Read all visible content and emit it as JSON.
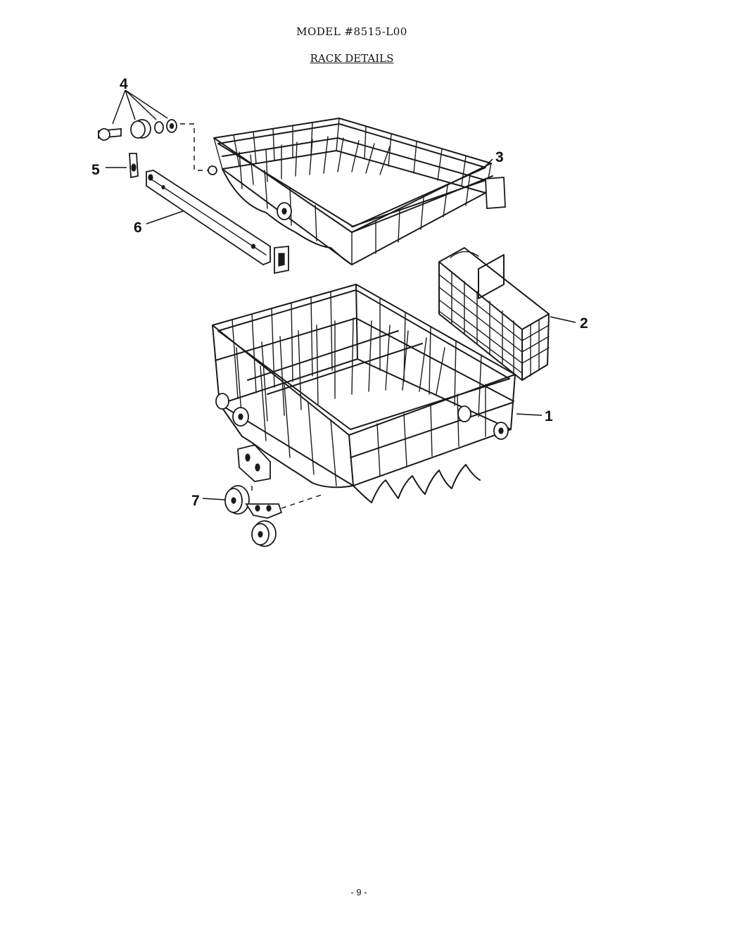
{
  "header": {
    "model": "MODEL #8515-L00",
    "section": "RACK DETAILS"
  },
  "callouts": [
    "1",
    "2",
    "3",
    "4",
    "5",
    "6",
    "7"
  ],
  "footer": {
    "page_number": "- 9 -"
  }
}
